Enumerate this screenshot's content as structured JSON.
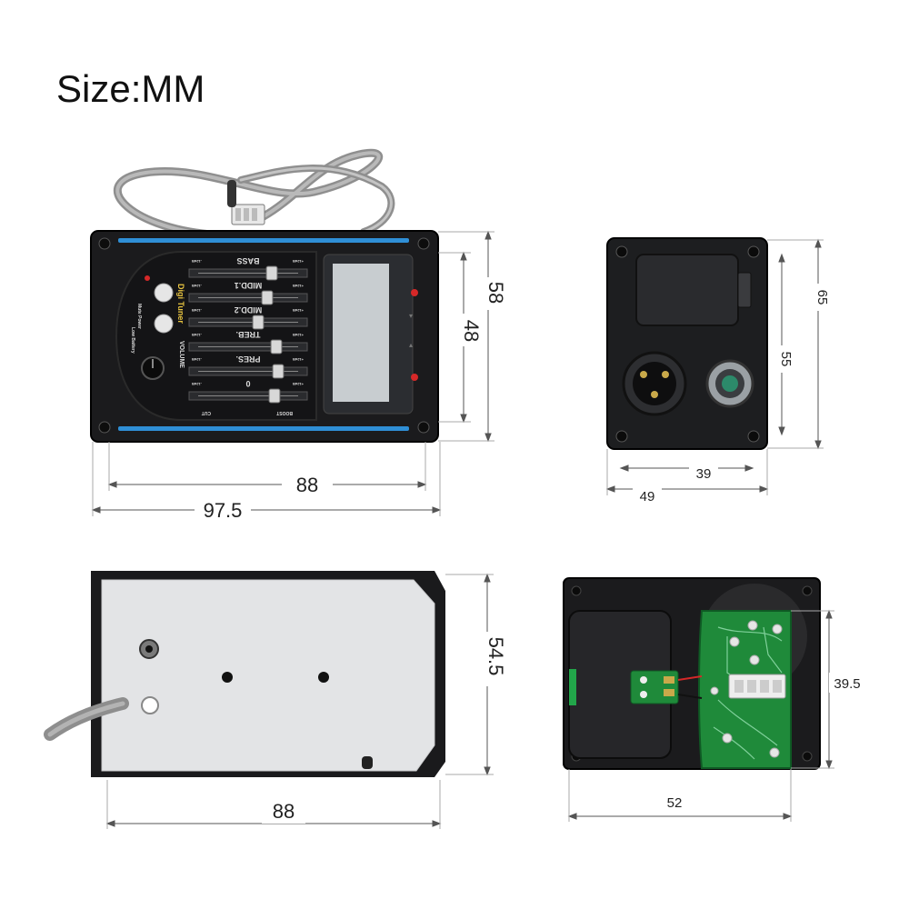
{
  "title": "Size:MM",
  "front_view": {
    "slider_labels": [
      "BASS",
      "MIDD.1",
      "MIDD.2",
      "TREB.",
      "PRES.",
      "0"
    ],
    "knob_label": "VOLUME",
    "brand": "Digi Tuner",
    "button_labels": [
      "Mute",
      "Power"
    ],
    "low_battery_label": "Low Battery",
    "scale_left": "-12dB",
    "scale_right": "+12dB",
    "cut_label": "CUT",
    "boost_label": "BOOST",
    "dim_inner_width": "88",
    "dim_outer_width": "97.5",
    "dim_inner_height": "48",
    "dim_outer_height": "58"
  },
  "side_view": {
    "dim_inner_width": "39",
    "dim_outer_width": "49",
    "dim_inner_height": "55",
    "dim_outer_height": "65"
  },
  "back_view": {
    "dim_width": "88",
    "dim_height": "54.5"
  },
  "pcb_view": {
    "dim_width": "52",
    "dim_height": "39.5"
  },
  "colors": {
    "body_black": "#1b1b1d",
    "accent_blue": "#2f8fd6",
    "pcb_green": "#1f8a3a",
    "cable_gray": "#9a9a9a",
    "back_plate": "#e3e4e6"
  }
}
